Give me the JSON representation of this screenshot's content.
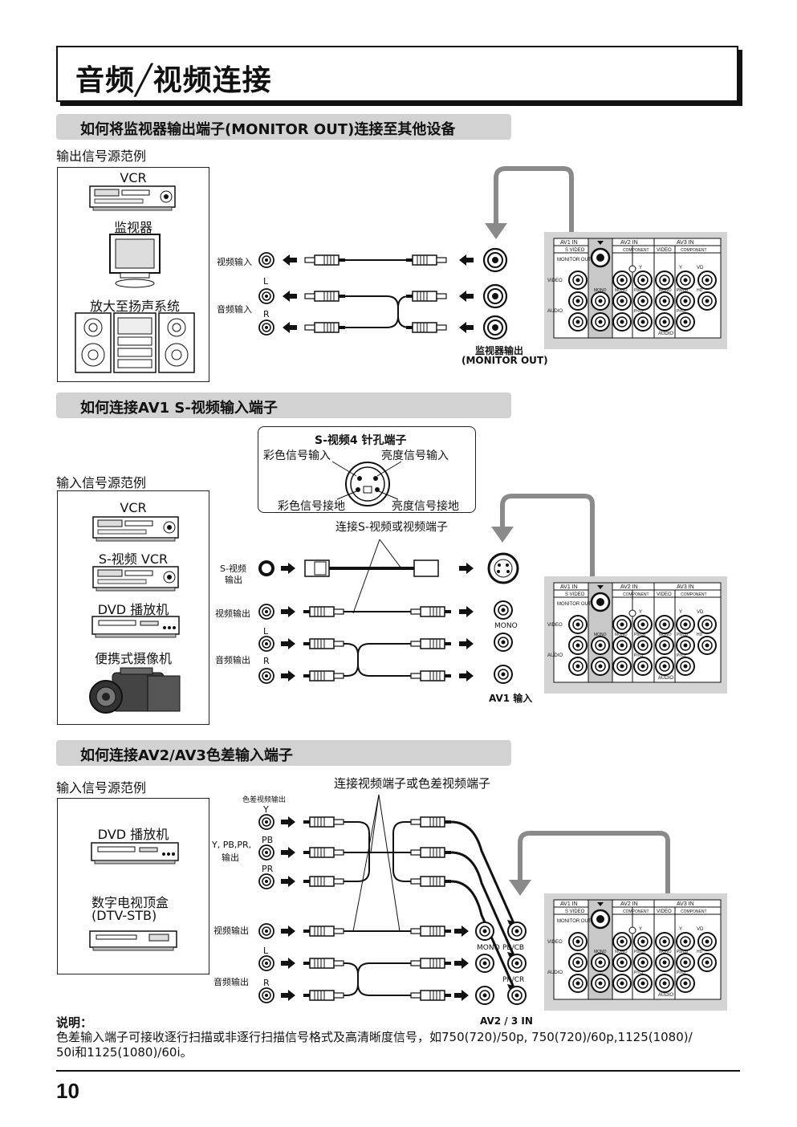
{
  "page_title": "音频╱视频连接",
  "sections": [
    {
      "title": "如何将监视器输出端子(MONITOR OUT)连接至其他设备",
      "source_label": "输出信号源范例"
    },
    {
      "title": "如何连接AV1 S-视频输入端子",
      "source_label": "输入信号源范例"
    },
    {
      "title": "如何连接AV2/AV3色差输入端子",
      "source_label": "输入信号源范例"
    }
  ],
  "sec1": {
    "devices": [
      "VCR",
      "监视器",
      "放大至扬声系统"
    ],
    "video_in": "视频输入",
    "audio_in": "音频输入",
    "L": "L",
    "R": "R",
    "monitor_out_line1": "监视器输出",
    "monitor_out_line2": "(MONITOR OUT)"
  },
  "sec2": {
    "sv_title": "S-视频4 针孔端子",
    "sv_chroma_in": "彩色信号输入",
    "sv_luma_in": "亮度信号输入",
    "sv_chroma_gnd": "彩色信号接地",
    "sv_luma_gnd": "亮度信号接地",
    "connect_note": "连接S-视频或视频端子",
    "devices": [
      "VCR",
      "S-视频  VCR",
      "DVD 播放机",
      "便携式摄像机"
    ],
    "sv_out_line1": "S-视频",
    "sv_out_line2": "输出",
    "video_out": "视频输出",
    "audio_out": "音频输出",
    "L": "L",
    "R": "R",
    "mono": "MONO",
    "av1_in": "AV1 输入"
  },
  "sec3": {
    "connect_note": "连接视频端子或色差视频端子",
    "component_out": "色差视频输出",
    "Y": "Y",
    "PB": "PB",
    "PR": "PR",
    "ypbpr_line1": "Y,  PB,PR,",
    "ypbpr_line2": "输出",
    "devices": [
      "DVD 播放机",
      "数字电视顶盒",
      "(DTV-STB)"
    ],
    "video_out": "视频输出",
    "audio_out": "音频输出",
    "L": "L",
    "R": "R",
    "mono": "MONO",
    "pbcb": "PB/CB",
    "prcr": "PR/CR",
    "av23_in": "AV2 / 3 IN"
  },
  "panel": {
    "av1_in": "AV1  IN",
    "av2_in": "AV2  IN",
    "av3_in": "AV3  IN",
    "s_video": "S VIDEO",
    "monitor_out": "MONITOR OUT",
    "component": "COMPONENT",
    "video": "VIDEO",
    "mono": "MONO",
    "audio": "AUDIO",
    "y": "Y",
    "vd": "VD",
    "pbcb": "Pb/Cb",
    "prcr": "Pr/Cr",
    "hd": "HD"
  },
  "notes": {
    "heading": "说明：",
    "line1": "色差输入端子可接收逐行扫描或非逐行扫描信号格式及高清晰度信号，如750(720)/50p, 750(720)/60p,1125(1080)/",
    "line2": "50i和1125(1080)/60i。"
  },
  "page_number": "10"
}
